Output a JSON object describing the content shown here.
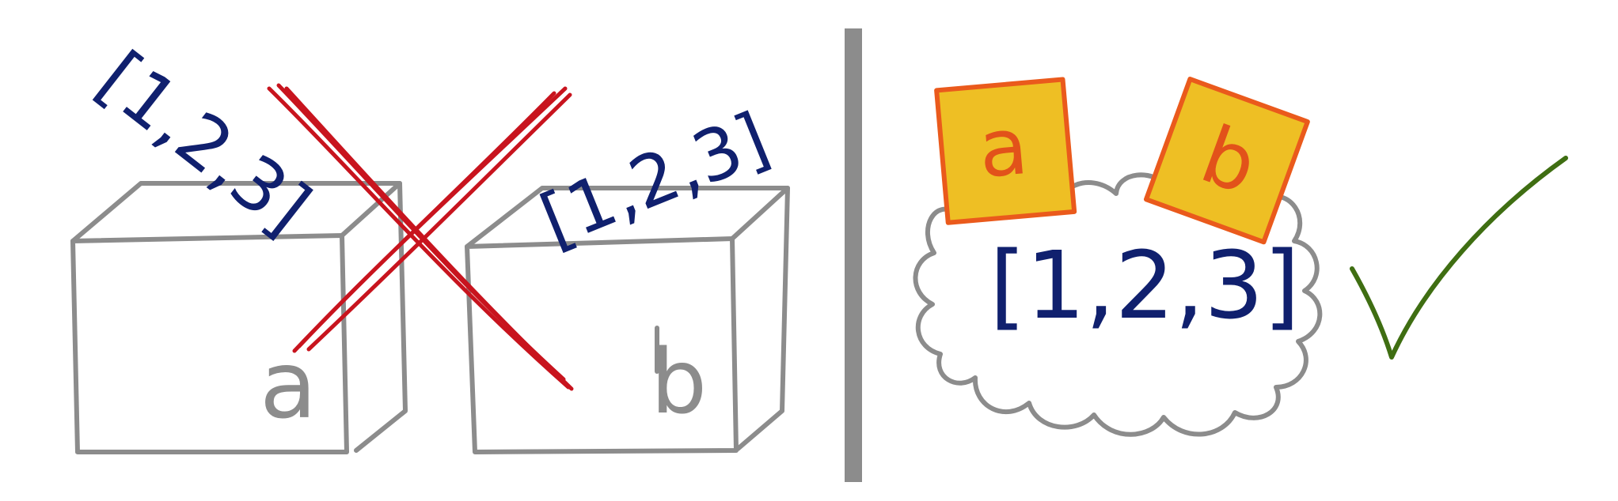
{
  "left_panel": {
    "box_a_label": "a",
    "box_b_label": "b",
    "list_over_a": "[1,2,3]",
    "list_over_b": "[1,2,3]"
  },
  "right_panel": {
    "tile_a_label": "a",
    "tile_b_label": "b",
    "shared_list": "[1,2,3]"
  },
  "colors": {
    "box_outline": "#8c8c8c",
    "list_text": "#10206e",
    "cross": "#c8141e",
    "check": "#3f6e12",
    "tile_fill": "#eebf24",
    "tile_border": "#ea5a1c"
  },
  "icons": {
    "wrong": "cross-mark-icon",
    "right": "check-mark-icon"
  }
}
